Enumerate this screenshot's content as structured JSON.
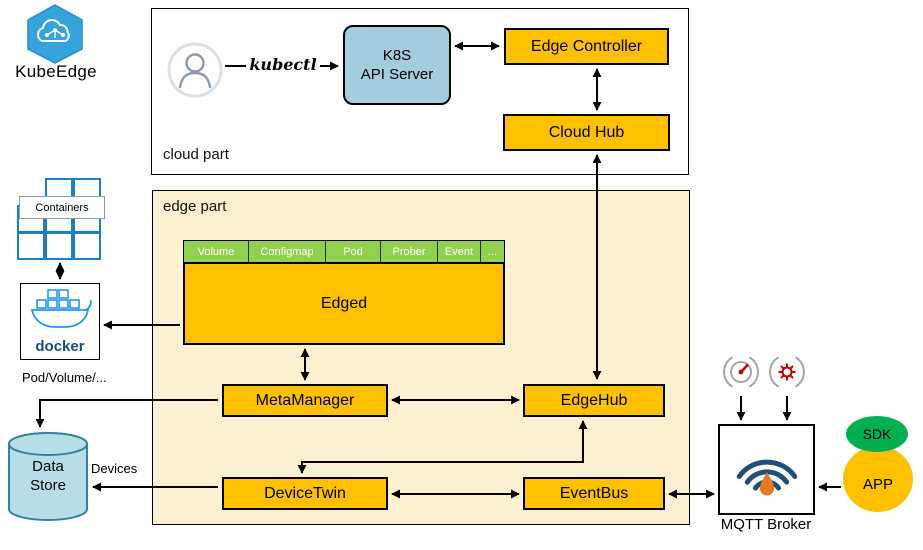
{
  "logo": {
    "name": "KubeEdge"
  },
  "cloud_part": {
    "label": "cloud part",
    "kubectl_label": "kubectl",
    "api_server": {
      "line1": "K8S",
      "line2": "API Server"
    },
    "edge_controller": "Edge Controller",
    "cloud_hub": "Cloud Hub"
  },
  "edge_part": {
    "label": "edge part",
    "tabs": [
      "Volume",
      "Configmap",
      "Pod",
      "Prober",
      "Event",
      "..."
    ],
    "edged": "Edged",
    "meta_manager": "MetaManager",
    "edge_hub": "EdgeHub",
    "device_twin": "DeviceTwin",
    "event_bus": "EventBus"
  },
  "left_column": {
    "containers_label": "Containers",
    "docker_label": "docker",
    "pod_volume_label": "Pod/Volume/...",
    "data_store": {
      "line1": "Data",
      "line2": "Store"
    },
    "devices_label": "Devices"
  },
  "right_column": {
    "mqtt_broker_label": "MQTT Broker",
    "sdk_label": "SDK",
    "app_label": "APP"
  },
  "icons": {
    "logo": "kubeedge-hexagon-cloud-icon",
    "user": "person-icon",
    "containers": "container-grid-icon",
    "docker": "docker-whale-icon",
    "data_store": "database-cylinder-icon",
    "sensor1": "gauge-icon",
    "sensor2": "gear-signal-icon",
    "mqtt": "antenna-signal-icon"
  },
  "colors": {
    "box_orange": "#FFC000",
    "api_server_blue": "#A3CCDC",
    "tab_green": "#92D050",
    "edge_part_bg": "#FBF0D0",
    "cylinder_blue": "#B7DEE8",
    "sdk_green": "#00B050",
    "docker_blue": "#2496ED",
    "mqtt_navy": "#1F4E79",
    "arrow_black": "#000000"
  }
}
